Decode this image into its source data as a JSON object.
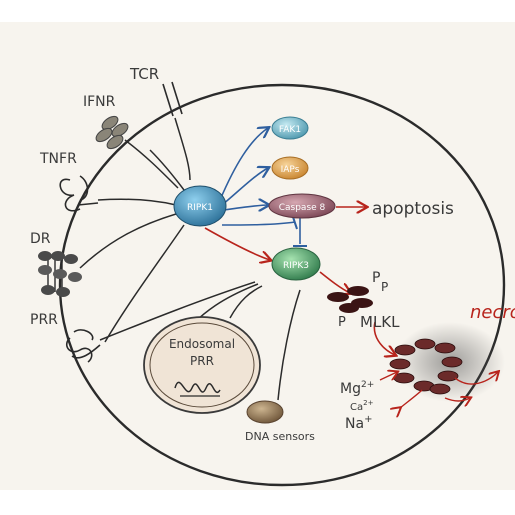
{
  "colors": {
    "background": "#f7f4ee",
    "cell_outline": "#2b2b2b",
    "ripk1": "#3c8fb8",
    "ripk3": "#4fa86a",
    "fak1": "#6fb6c9",
    "iaps": "#e1a24c",
    "caspase8": "#9b6673",
    "mlkl": "#4a1a1a",
    "pore": "#6b2a2a",
    "red_arrow": "#b8241c",
    "blue_arrow": "#2f5f9f",
    "dna_sensor": "#8d7356"
  },
  "receptors": {
    "tcr": "TCR",
    "ifnr": "IFNR",
    "tnfr": "TNFR",
    "dr": "DR",
    "prr": "PRR"
  },
  "nodes": {
    "ripk1": "RIPK1",
    "fak1": "FAK1",
    "iaps": "IAPs",
    "caspase8": "Caspase 8",
    "ripk3": "RIPK3"
  },
  "outcomes": {
    "apoptosis": "apoptosis",
    "necro": "necro"
  },
  "phospho": {
    "p1": "P",
    "p2": "P",
    "p3": "P"
  },
  "labels": {
    "mlkl": "MLKL",
    "endosomal_prr_line1": "Endosomal",
    "endosomal_prr_line2": "PRR",
    "dna_sensors": "DNA sensors",
    "mg": "Mg",
    "mg_sup": "2+",
    "ca": "Ca",
    "ca_sup": "2+",
    "na": "Na",
    "na_sup": "+"
  }
}
